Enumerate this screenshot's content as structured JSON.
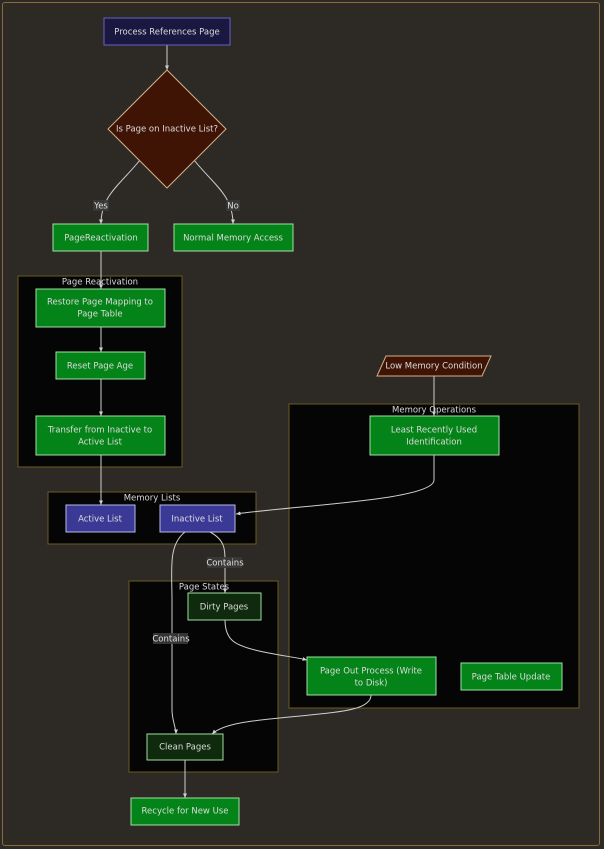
{
  "nodes": {
    "start": "Process References Page",
    "decision": "Is Page on Inactive List?",
    "reactivation": "PageReactivation",
    "normal": "Normal Memory Access",
    "restore": [
      "Restore Page Mapping to",
      "Page Table"
    ],
    "reset": "Reset Page Age",
    "transfer": [
      "Transfer from Inactive to",
      "Active List"
    ],
    "low_memory": "Low Memory Condition",
    "lru": [
      "Least Recently Used",
      "Identification"
    ],
    "active_list": "Active List",
    "inactive_list": "Inactive List",
    "dirty": "Dirty Pages",
    "pageout": [
      "Page Out Process (Write",
      "to Disk)"
    ],
    "pagetable_update": "Page Table Update",
    "clean": "Clean Pages",
    "recycle": "Recycle for New Use"
  },
  "subgraphs": {
    "page_reactivation": "Page Reactivation",
    "memory_operations": "Memory Operations",
    "memory_lists": "Memory Lists",
    "page_states": "Page States"
  },
  "edge_labels": {
    "yes": "Yes",
    "no": "No",
    "contains_dirty": "Contains",
    "contains_clean": "Contains"
  },
  "colors": {
    "background": "#2d2a26",
    "subgraph_fill": "#050505",
    "subgraph_border": "#6b5a1f",
    "process_green": "#048318",
    "dark_green": "#0f2a0c",
    "list_blue": "#3a3a96",
    "start_navy": "#1a1840",
    "decision_brown": "#3f1405",
    "edge": "#cfcfcf"
  }
}
